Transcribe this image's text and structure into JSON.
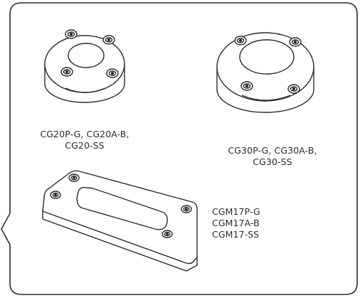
{
  "products": [
    {
      "id": "cg20",
      "caption_lines": [
        "CG20P-G, CG20A-B,",
        "CG20-SS"
      ]
    },
    {
      "id": "cg30",
      "caption_lines": [
        "CG30P-G, CG30A-B,",
        "CG30-SS"
      ]
    },
    {
      "id": "cgm17",
      "caption_lines": [
        "CGM17P-G",
        "CGM17A-B",
        "CGM17-SS"
      ]
    }
  ]
}
